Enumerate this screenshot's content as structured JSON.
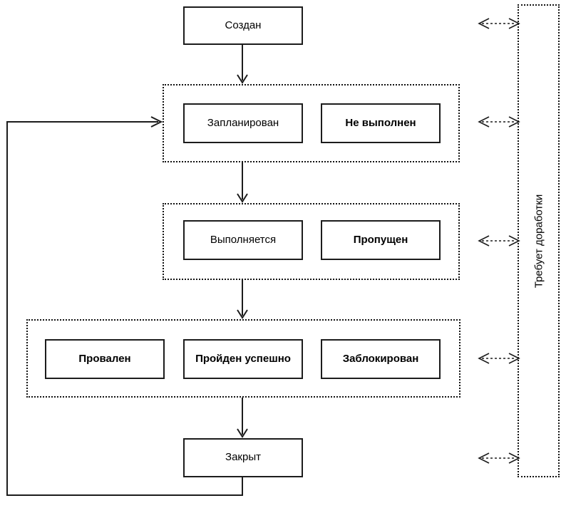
{
  "nodes": {
    "created": {
      "label": "Создан"
    },
    "planned": {
      "label": "Запланирован"
    },
    "not_executed": {
      "label": "Не выполнен"
    },
    "in_progress": {
      "label": "Выполняется"
    },
    "skipped": {
      "label": "Пропущен"
    },
    "failed": {
      "label": "Провален"
    },
    "passed": {
      "label": "Пройден успешно"
    },
    "blocked": {
      "label": "Заблокирован"
    },
    "closed": {
      "label": "Закрыт"
    },
    "needs_rework": {
      "label": "Требует доработки"
    }
  },
  "colors": {
    "line": "#1c1c1c",
    "background": "#ffffff",
    "text": "#000000"
  }
}
